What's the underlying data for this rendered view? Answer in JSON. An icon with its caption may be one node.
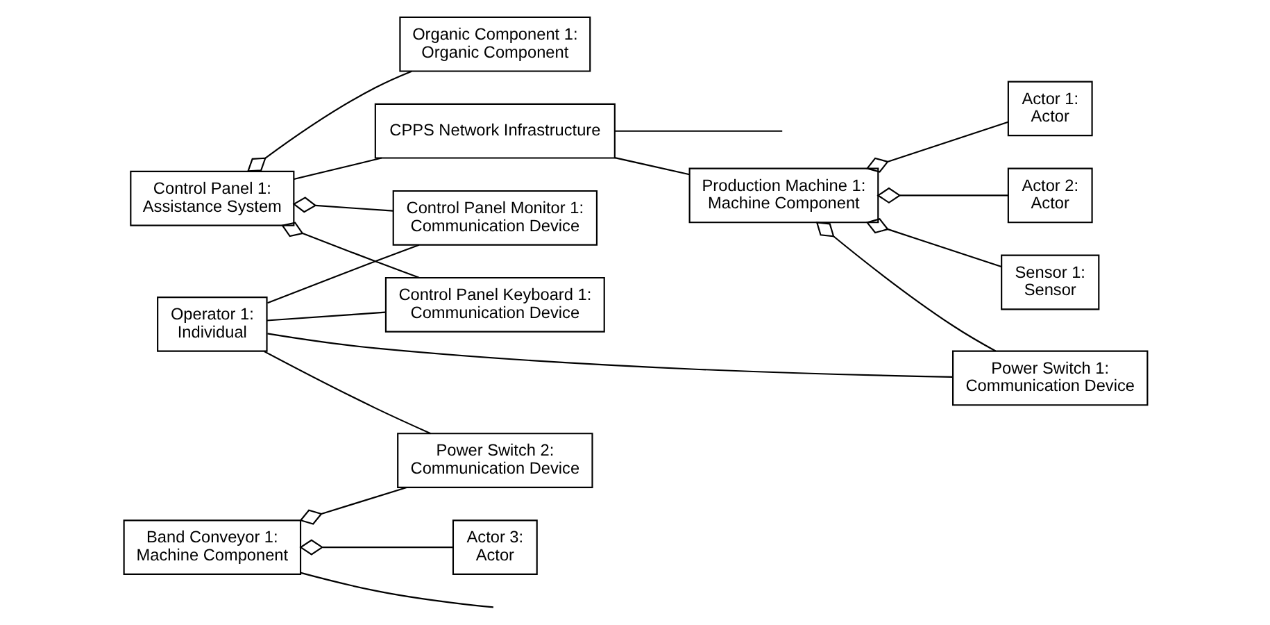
{
  "diagram": {
    "nodes": [
      {
        "text": [
          "Control Panel 1: Assistance System"
        ]
      },
      {
        "text": [
          "Organic Component 1: Organic Component"
        ]
      },
      {
        "text": [
          "CPPS Network Infrastructure"
        ]
      },
      {
        "text": [
          "Operator 1: Individual"
        ]
      },
      {
        "text": [
          "Control Panel Monitor 1: Communication Device"
        ]
      },
      {
        "text": [
          "Control Panel Keyboard 1: Communication Device"
        ]
      },
      {
        "text": [
          "Power Switch 1: Communication Device"
        ]
      },
      {
        "text": [
          "Production Machine 1: Machine Component"
        ]
      },
      {
        "text": [
          "Actor 1: Actor"
        ]
      },
      {
        "text": [
          "Actor 2: Actor"
        ]
      },
      {
        "text": [
          "Sensor 1: Sensor"
        ]
      },
      {
        "text": [
          "Power Switch 2: Communication Device"
        ]
      },
      {
        "text": [
          "Band Conveyor 1: Machine Component"
        ]
      },
      {
        "text": [
          "Actor 3: Actor"
        ]
      }
    ],
    "edges": [
      {
        "from": 0,
        "to": 1,
        "arrow": "other"
      },
      {
        "from": 0,
        "to": 2,
        "arrow": "none"
      },
      {
        "from": 0,
        "to": 4,
        "arrow": "other"
      },
      {
        "from": 0,
        "to": 5,
        "arrow": "other"
      },
      {
        "from": 3,
        "to": 4,
        "arrow": "none"
      },
      {
        "from": 3,
        "to": 5,
        "arrow": "none"
      },
      {
        "from": 3,
        "to": 6,
        "arrow": "none"
      },
      {
        "from": 3,
        "to": 11,
        "arrow": "none"
      },
      {
        "from": 7,
        "to": 6,
        "arrow": "other"
      },
      {
        "from": 2,
        "to": 7,
        "arrow": "none"
      },
      {
        "from": 7,
        "to": 8,
        "arrow": "other"
      },
      {
        "from": 7,
        "to": 9,
        "arrow": "other"
      },
      {
        "from": 7,
        "to": 10,
        "arrow": "other"
      },
      {
        "from": 12,
        "to": 11,
        "arrow": "other"
      },
      {
        "from": 12,
        "to": 13,
        "arrow": "other"
      },
      {
        "from": 2,
        "to": null,
        "arrow": "none"
      },
      {
        "from": 12,
        "to": null,
        "arrow": "none"
      }
    ]
  }
}
